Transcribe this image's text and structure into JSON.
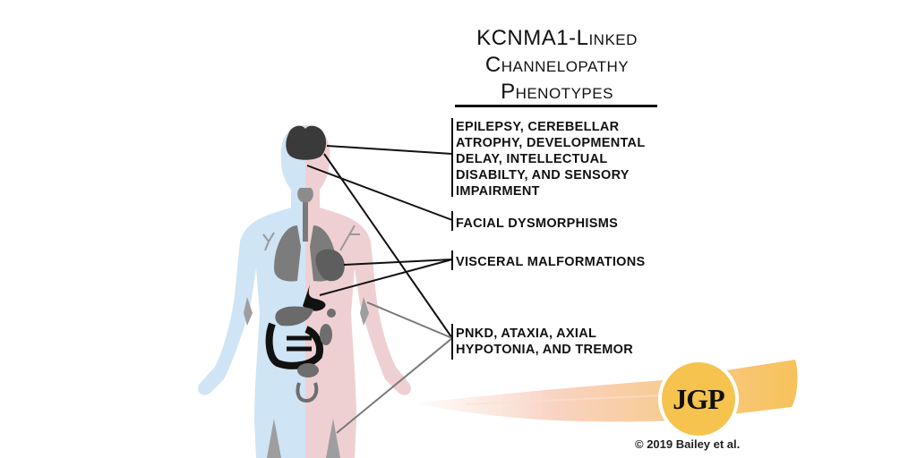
{
  "title": {
    "lines": [
      "KCNMA1-Linked",
      "Channelopathy",
      "Phenotypes"
    ]
  },
  "phenotypes": [
    {
      "id": "neuro",
      "lines": [
        "EPILEPSY, CEREBELLAR",
        "ATROPHY, DEVELOPMENTAL",
        "DELAY, INTELLECTUAL",
        "DISABILTY, AND SENSORY",
        "IMPAIRMENT"
      ]
    },
    {
      "id": "facial",
      "lines": [
        "FACIAL DYSMORPHISMS"
      ]
    },
    {
      "id": "visceral",
      "lines": [
        "VISCERAL MALFORMATIONS"
      ]
    },
    {
      "id": "movement",
      "lines": [
        "PNKD, ATAXIA, AXIAL",
        "HYPOTONIA, AND TREMOR"
      ]
    }
  ],
  "logo": {
    "text": "JGP",
    "circle_color": "#f6c34f",
    "brush_start_color": "#f9d3c4",
    "brush_end_color": "#f7c25a"
  },
  "copyright": "© 2019 Bailey et al.",
  "colors": {
    "body_left": "#cfe4f5",
    "body_right": "#efd0d2",
    "organ_gray": "#6e6e6e",
    "organ_dark": "#1a1a1a",
    "line": "#111111"
  }
}
